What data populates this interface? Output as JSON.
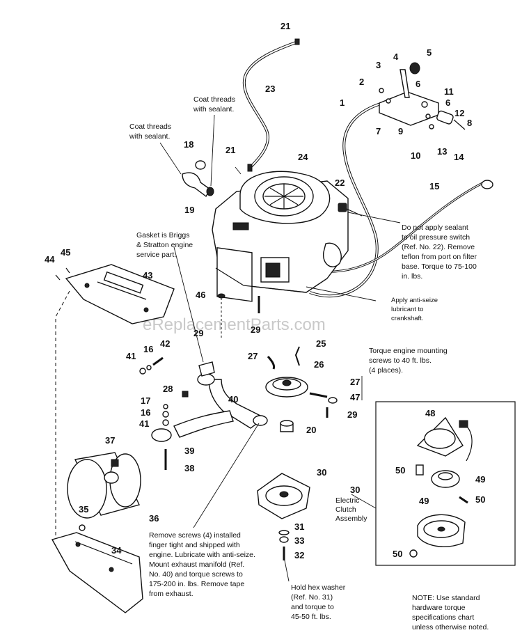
{
  "watermark": "eReplacementParts.com",
  "notes": {
    "coat_threads_top": [
      "Coat threads",
      "with sealant."
    ],
    "coat_threads_left": [
      "Coat threads",
      "with sealant."
    ],
    "gasket": [
      "Gasket is Briggs",
      "& Stratton engine",
      "service part."
    ],
    "oil_switch": [
      "Do not apply sealant",
      "to oil pressure switch",
      "(Ref. No. 22).  Remove",
      "teflon from port on filter",
      "base.  Torque to 75-100",
      "in. lbs."
    ],
    "anti_seize": [
      "Apply anti-seize",
      "lubricant to",
      "crankshaft."
    ],
    "torque_mount": [
      "Torque engine mounting",
      "screws to 40 ft. lbs.",
      "(4 places)."
    ],
    "clutch": [
      "Electric",
      "Clutch",
      "Assembly"
    ],
    "remove_screws": [
      "Remove screws (4) installed",
      "finger tight and shipped with",
      "engine.  Lubricate with anti-seize.",
      "Mount exhaust manifold (Ref.",
      "No. 40) and torque screws to",
      "175-200 in. lbs.  Remove tape",
      "from exhaust."
    ],
    "hex_washer": [
      "Hold hex washer",
      "(Ref. No. 31)",
      "and torque to",
      "45-50  ft. lbs."
    ],
    "standard": [
      "NOTE:  Use standard",
      "hardware torque",
      "specifications chart",
      "unless otherwise noted."
    ]
  },
  "callouts": {
    "c1": "1",
    "c2": "2",
    "c3": "3",
    "c4": "4",
    "c5": "5",
    "c6a": "6",
    "c6b": "6",
    "c7": "7",
    "c8": "8",
    "c9": "9",
    "c10": "10",
    "c11": "11",
    "c12": "12",
    "c13": "13",
    "c14": "14",
    "c15": "15",
    "c16a": "16",
    "c16b": "16",
    "c17": "17",
    "c18": "18",
    "c19": "19",
    "c20": "20",
    "c21a": "21",
    "c21b": "21",
    "c22": "22",
    "c23": "23",
    "c24": "24",
    "c25": "25",
    "c26": "26",
    "c27a": "27",
    "c27b": "27",
    "c28": "28",
    "c29a": "29",
    "c29b": "29",
    "c29c": "29",
    "c30a": "30",
    "c30b": "30",
    "c31": "31",
    "c32": "32",
    "c33": "33",
    "c34": "34",
    "c35": "35",
    "c36": "36",
    "c37": "37",
    "c38": "38",
    "c39": "39",
    "c40": "40",
    "c41a": "41",
    "c41b": "41",
    "c42": "42",
    "c43": "43",
    "c44": "44",
    "c45": "45",
    "c46": "46",
    "c47": "47",
    "c48": "48",
    "c49a": "49",
    "c49b": "49",
    "c50a": "50",
    "c50b": "50",
    "c50c": "50"
  }
}
